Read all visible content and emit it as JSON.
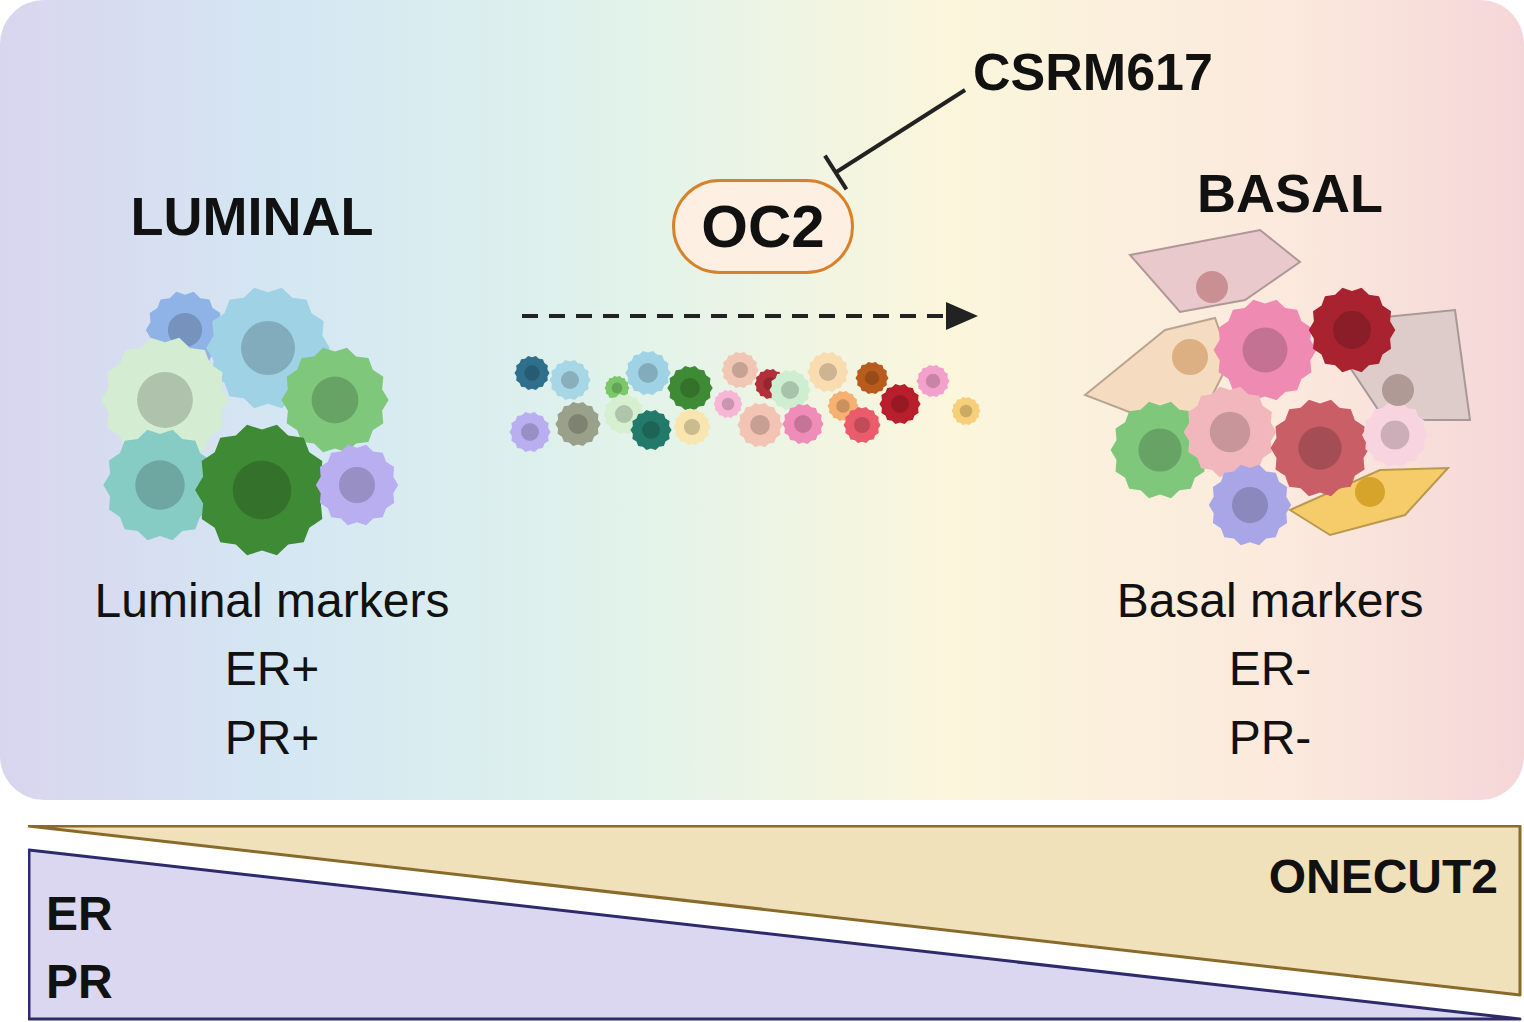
{
  "diagram": {
    "nodes": [
      {
        "text": [
          "CSRM617"
        ]
      },
      {
        "text": [
          "OC2"
        ]
      },
      {
        "text": [
          "ONECUT2"
        ]
      },
      {
        "text": [
          "ER PR"
        ]
      }
    ],
    "edges": [
      {
        "from": 0,
        "to": 1,
        "arrow": "to"
      }
    ],
    "labels": [
      "LUMINAL",
      "Luminal markers",
      "ER+",
      "PR+",
      "BASAL",
      "Basal markers",
      "ER-",
      "PR-"
    ]
  }
}
